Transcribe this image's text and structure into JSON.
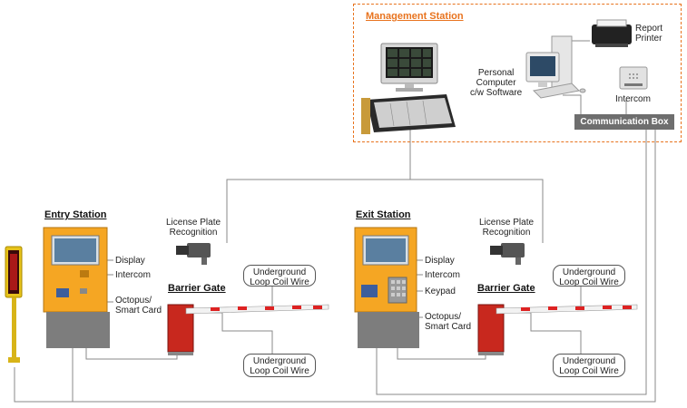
{
  "management": {
    "title": "Management Station",
    "report_printer": "Report\nPrinter",
    "pc": "Personal\nComputer\nc/w Software",
    "intercom": "Intercom",
    "comm_box": "Communication Box"
  },
  "entry": {
    "title": "Entry Station",
    "display": "Display",
    "intercom": "Intercom",
    "card": "Octopus/\nSmart Card",
    "lpr": "License Plate\nRecognition",
    "barrier": "Barrier Gate",
    "coil_top": "Underground\nLoop Coil Wire",
    "coil_bottom": "Underground\nLoop Coil Wire"
  },
  "exit": {
    "title": "Exit Station",
    "display": "Display",
    "intercom": "Intercom",
    "keypad": "Keypad",
    "card": "Octopus/\nSmart Card",
    "lpr": "License Plate\nRecognition",
    "barrier": "Barrier Gate",
    "coil_top": "Underground\nLoop Coil Wire",
    "coil_bottom": "Underground\nLoop Coil Wire"
  },
  "colors": {
    "accent": "#e8731e",
    "kiosk": "#f5a623",
    "barrier_red": "#c8281e",
    "line": "#8a8a8a"
  }
}
